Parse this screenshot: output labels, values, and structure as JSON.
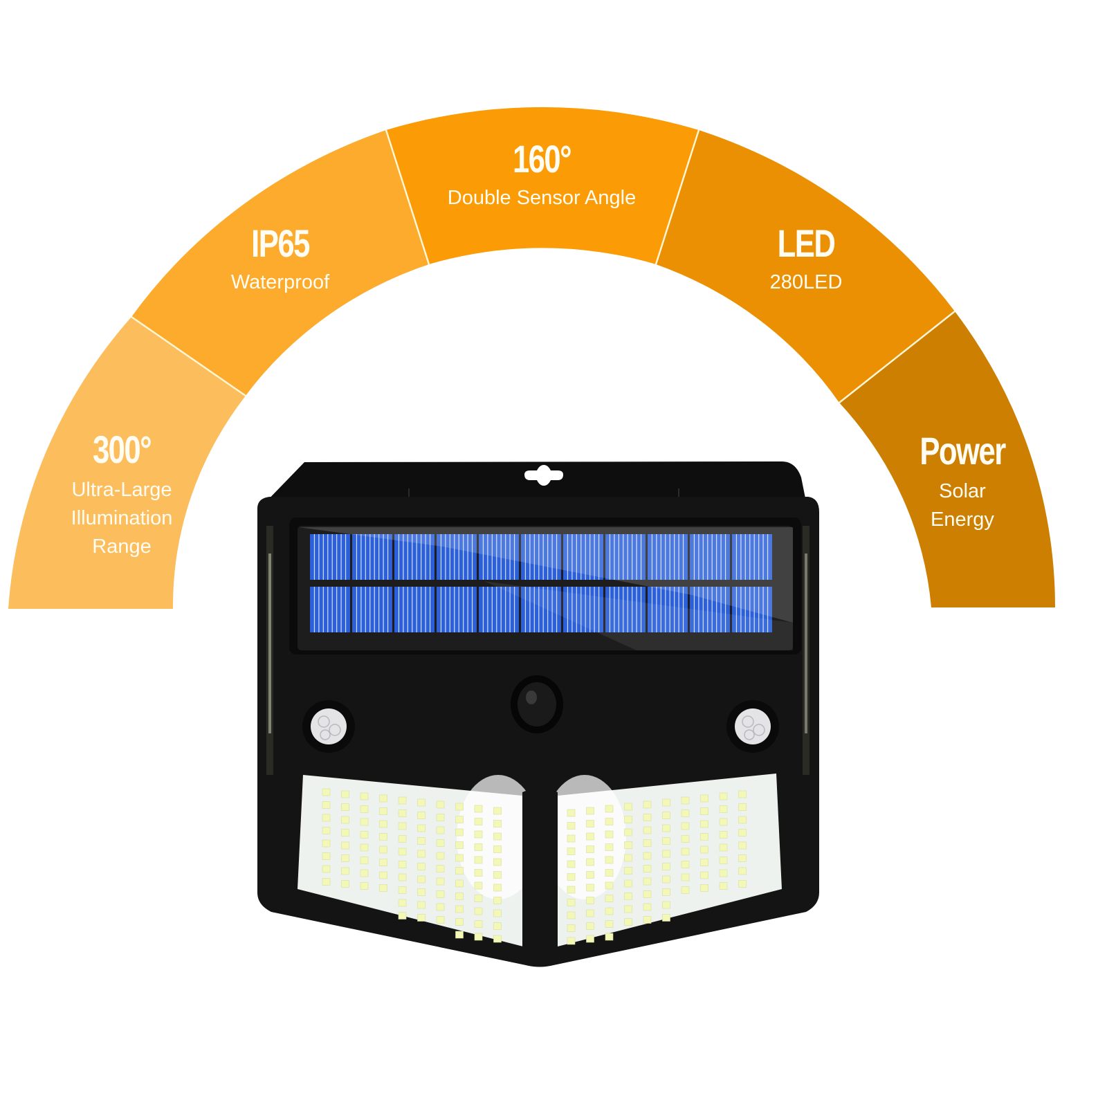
{
  "colors": {
    "segment_1": "#fcbd5c",
    "segment_2": "#fcab2c",
    "segment_3": "#fb9b05",
    "segment_4": "#eb9002",
    "segment_5": "#cd7f02",
    "divider": "#fff6d6",
    "text": "#fffdf3",
    "device_body": "#111111",
    "solar_cell": "#2c5fd8",
    "led_panel": "#eef2ef",
    "led_chip": "#f3f8b6"
  },
  "features": [
    {
      "title": "300°",
      "subtitle": "Ultra-Large\nIllumination\nRange"
    },
    {
      "title": "IP65",
      "subtitle": "Waterproof"
    },
    {
      "title": "160°",
      "subtitle": "Double Sensor Angle"
    },
    {
      "title": "LED",
      "subtitle": "280LED"
    },
    {
      "title": "Power",
      "subtitle": "Solar\nEnergy"
    }
  ],
  "product": {
    "name": "Solar motion sensor wall light",
    "solar_panel_cells": {
      "rows": 2,
      "columns": 11
    },
    "motion_sensors": 2,
    "light_sensor": 1,
    "led_panels": 2
  }
}
